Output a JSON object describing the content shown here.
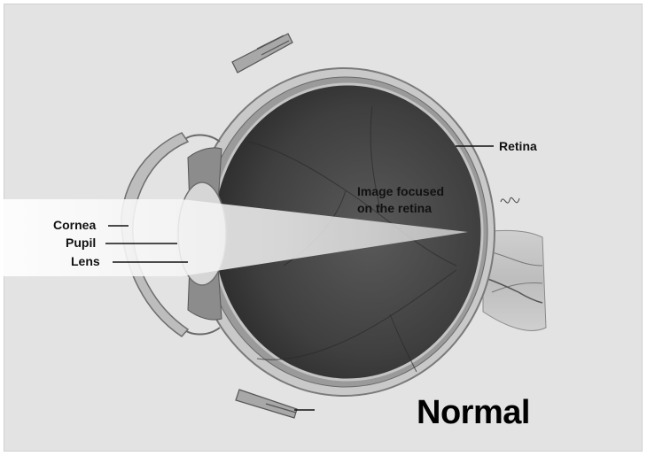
{
  "labels": {
    "cornea": "Cornea",
    "pupil": "Pupil",
    "lens": "Lens",
    "retina": "Retina",
    "image_line1": "Image focused",
    "image_line2": "on the retina"
  },
  "title": "Normal",
  "colors": {
    "background": "#e3e3e3",
    "eyeball_interior": "#4a4a4a",
    "light_beam": "#f2f2f2",
    "text": "#111111"
  }
}
